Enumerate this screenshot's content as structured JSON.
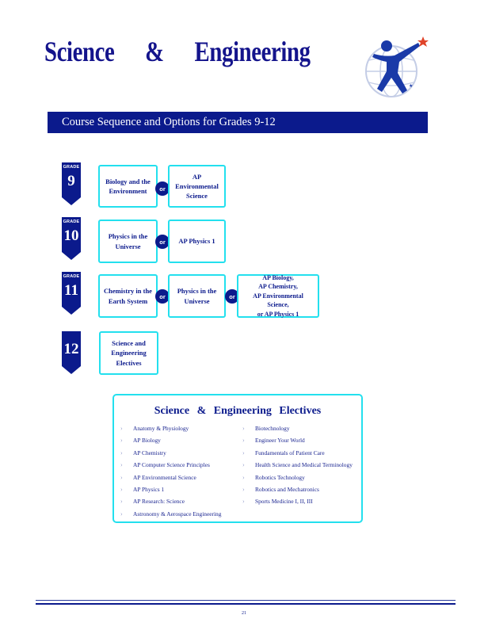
{
  "header": {
    "title": "Science    & Engineering"
  },
  "banner": {
    "text": "Course Sequence and Options for Grades 9-12"
  },
  "grade_tab_small": "GRADE",
  "or_label": "or",
  "grades": [
    {
      "grade": "9",
      "courses": [
        "Biology and the\nEnvironment",
        "AP Environmental\nScience"
      ]
    },
    {
      "grade": "10",
      "courses": [
        "Physics in the\nUniverse",
        "AP Physics 1"
      ]
    },
    {
      "grade": "11",
      "courses": [
        "Chemistry in the\nEarth System",
        "Physics in the\nUniverse",
        "AP Biology,\nAP Chemistry,\nAP Environmental Science,\nor AP Physics 1"
      ]
    },
    {
      "grade": "12",
      "courses": [
        "Science and\nEngineering\nElectives"
      ]
    }
  ],
  "electives": {
    "title": "Science   & Engineering   Electives",
    "left": [
      "Anatomy  & Physiology",
      "AP Biology",
      "AP Chemistry",
      "AP Computer Science Principles",
      "AP Environmental Science",
      "AP Physics 1",
      "AP Research: Science",
      "Astronomy & Aerospace Engineering"
    ],
    "right": [
      "Biotechnology",
      "Engineer Your World",
      "Fundamentals of Patient Care",
      "Health Science and Medical Terminology",
      "Robotics Technology",
      "Robotics and Mechatronics",
      "Sports Medicine I, II, III"
    ]
  },
  "footer": {
    "page_number": "21"
  },
  "colors": {
    "navy": "#0b1a8c",
    "cyan_border": "#23e0ee",
    "star": "#e0442a"
  }
}
